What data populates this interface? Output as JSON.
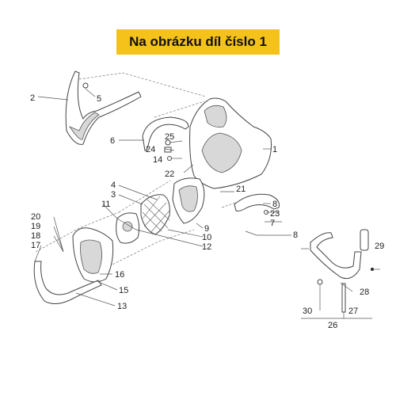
{
  "banner": {
    "text": "Na obrázku díl číslo 1"
  },
  "labels": {
    "p1": "1",
    "p2": "2",
    "p3": "3",
    "p4": "4",
    "p5": "5",
    "p6": "6",
    "p7": "7",
    "p8a": "8",
    "p8b": "8",
    "p9": "9",
    "p10": "10",
    "p11": "11",
    "p12": "12",
    "p13": "13",
    "p14": "14",
    "p15": "15",
    "p16": "16",
    "p17": "17",
    "p18": "18",
    "p19": "19",
    "p20": "20",
    "p21": "21",
    "p22": "22",
    "p23": "23",
    "p24": "24",
    "p25": "25",
    "p26": "26",
    "p27": "27",
    "p28": "28",
    "p29": "29",
    "p30": "30"
  }
}
